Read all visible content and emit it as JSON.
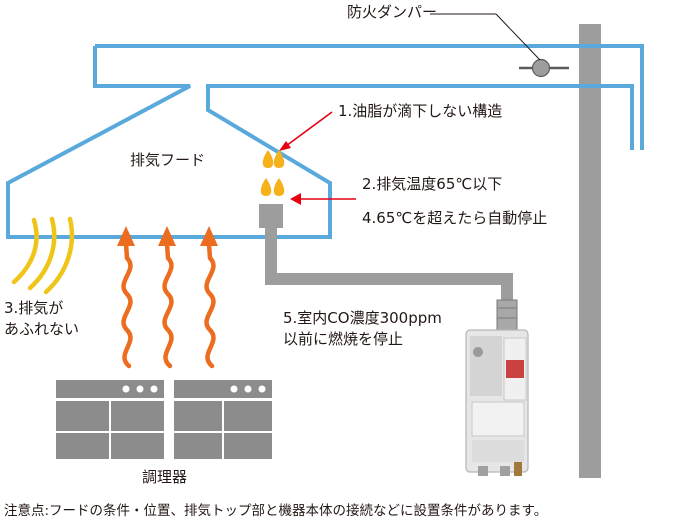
{
  "labels": {
    "fire_damper": "防火ダンパー",
    "hood": "排気フード",
    "note1": "1.油脂が滴下しない構造",
    "note2": "2.排気温度65℃以下",
    "note4": "4.65℃を超えたら自動停止",
    "note3_line1": "3.排気が",
    "note3_line2": "あふれない",
    "note5_line1": "5.室内CO濃度300ppm",
    "note5_line2": "以前に燃焼を停止",
    "stoves": "調理器",
    "footnote": "注意点:フードの条件・位置、排気トップ部と機器本体の接続などに設置条件があります。"
  },
  "colors": {
    "duct": "#5aa9dd",
    "pipe": "#9d9d9e",
    "heat_arrow": "#ec6d1f",
    "overflow_arrow": "#f0c51a",
    "flame": "#f5b21a",
    "pointer": "#e60012",
    "stove_body": "#8c8c8c",
    "text": "#231815"
  }
}
